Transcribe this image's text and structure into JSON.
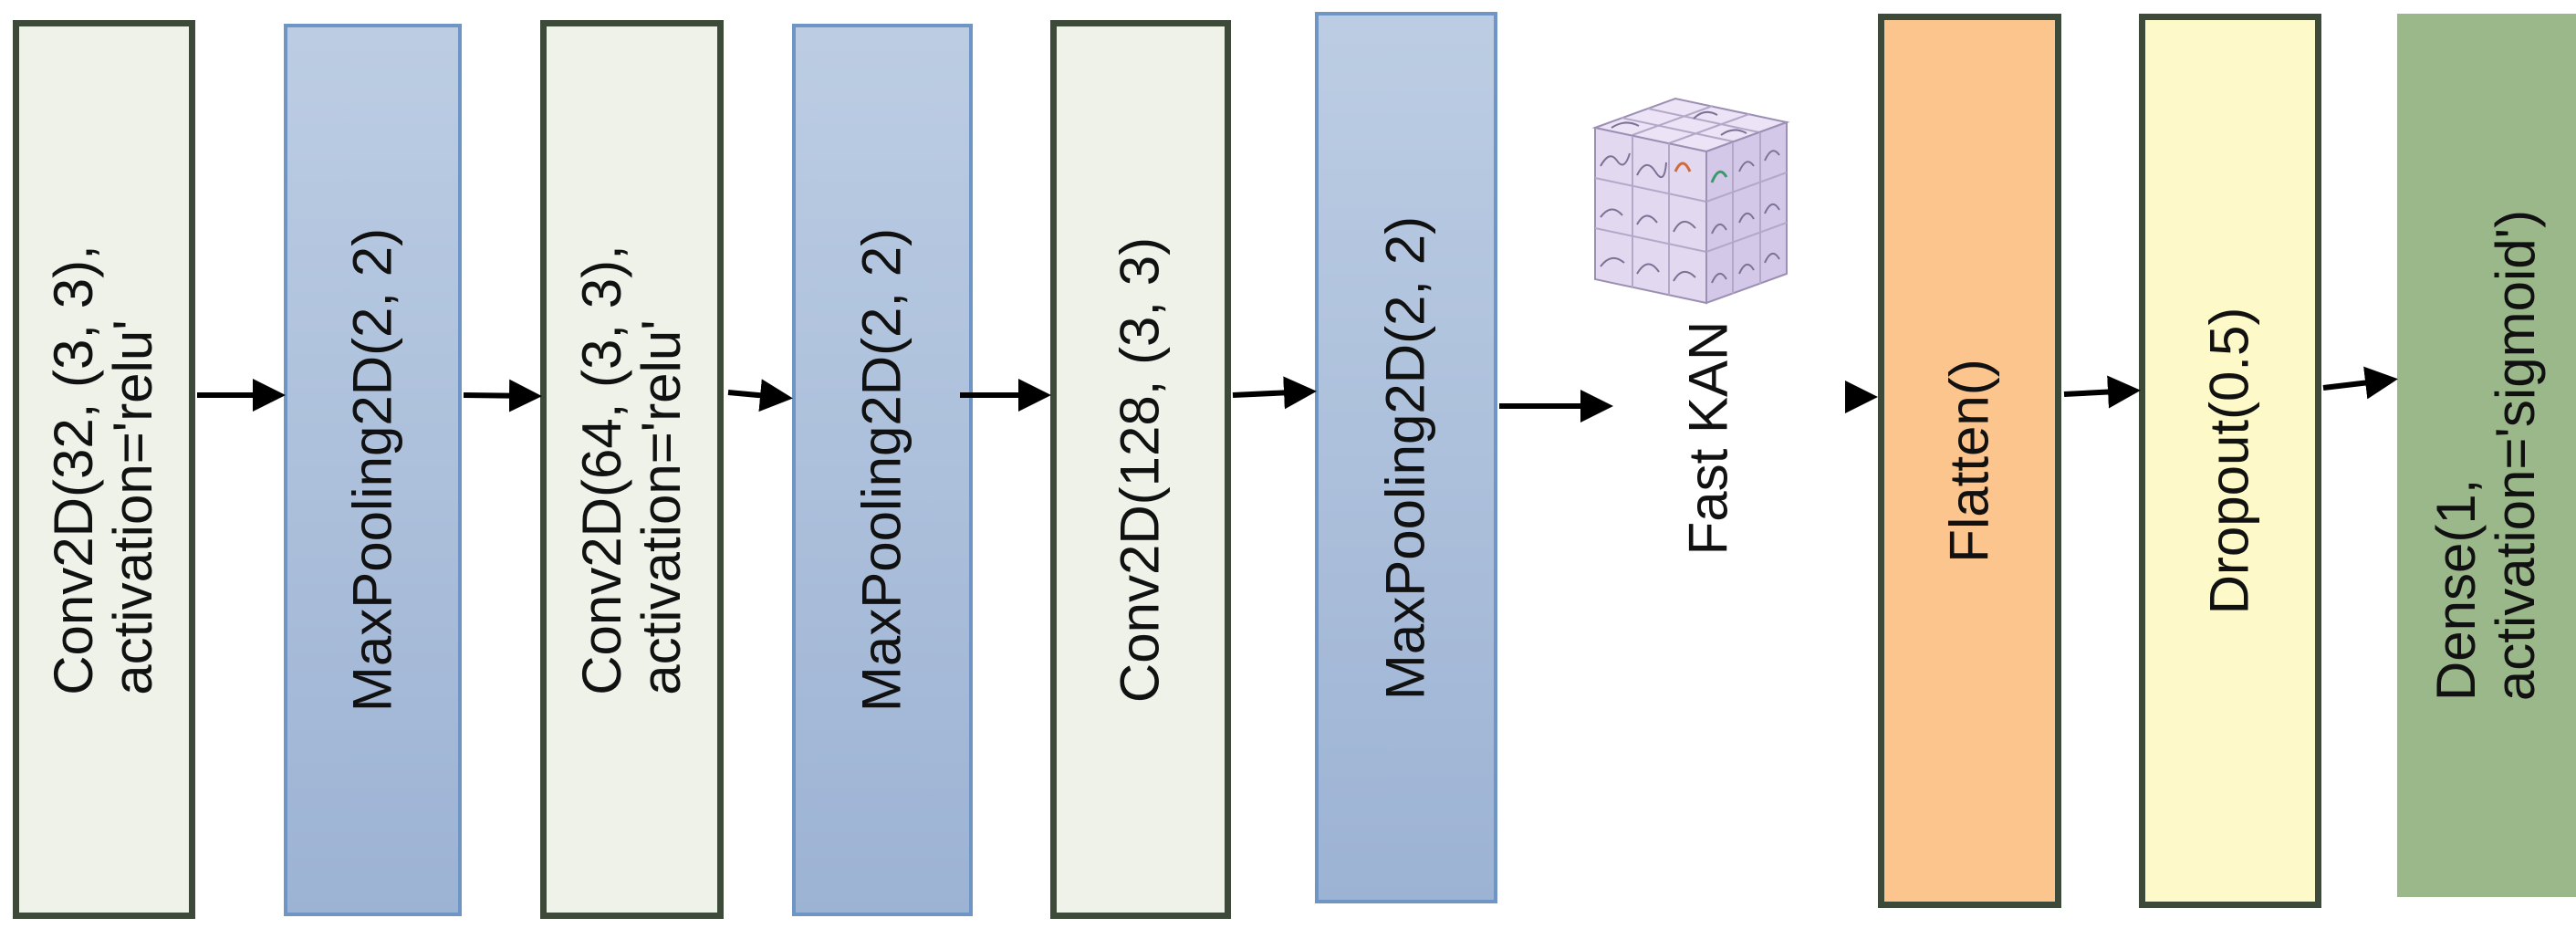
{
  "layers": [
    {
      "id": "conv1",
      "kind": "conv",
      "lines": [
        "Conv2D(32, (3, 3),",
        "activation='relu'"
      ]
    },
    {
      "id": "pool1",
      "kind": "pool",
      "lines": [
        "MaxPooling2D(2, 2)"
      ]
    },
    {
      "id": "conv2",
      "kind": "conv",
      "lines": [
        "Conv2D(64, (3, 3),",
        "activation='relu'"
      ]
    },
    {
      "id": "pool2",
      "kind": "pool",
      "lines": [
        "MaxPooling2D(2, 2)"
      ]
    },
    {
      "id": "conv3",
      "kind": "conv",
      "lines": [
        "Conv2D(128, (3, 3)"
      ]
    },
    {
      "id": "pool3",
      "kind": "pool",
      "lines": [
        "MaxPooling2D(2, 2)"
      ]
    },
    {
      "id": "kan",
      "kind": "kan",
      "label": "Fast KAN",
      "icon": "kan-cube-icon"
    },
    {
      "id": "flatten",
      "kind": "flatten",
      "lines": [
        "Flatten()"
      ]
    },
    {
      "id": "dropout",
      "kind": "dropout",
      "lines": [
        "Dropout(0.5)"
      ]
    },
    {
      "id": "dense",
      "kind": "dense",
      "lines": [
        "Dense(1,",
        "activation='sigmoid')"
      ]
    }
  ],
  "colors": {
    "conv_fill": "#eef2e8",
    "pool_fill": "#a9bedb",
    "flatten_fill": "#fcc58d",
    "dropout_fill": "#fef9c8",
    "dense_fill": "#9bb88b",
    "border_dark": "#3d4a3a",
    "border_blue": "#6f95c4",
    "arrow": "#000000"
  }
}
